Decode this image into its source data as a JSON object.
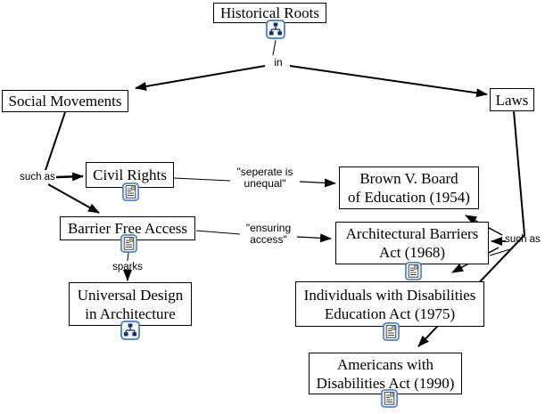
{
  "diagram_type": "concept map",
  "colors": {
    "background": "#ffffff",
    "box_border": "#000000",
    "box_bg": "#ffffff",
    "text": "#000000",
    "line": "#000000",
    "icon_border": "#4a7ebb",
    "icon_bg": "#f2f7fc",
    "icon_glyph": "#1b2f5e",
    "doc_accent_yellow": "#ddba3f",
    "doc_accent_blue": "#3a6ebf"
  },
  "nodes": {
    "historical_roots": {
      "label": "Historical Roots",
      "icon": "sitemap-icon"
    },
    "social_movements": {
      "label": "Social Movements"
    },
    "laws": {
      "label": "Laws"
    },
    "civil_rights": {
      "label": "Civil Rights",
      "icon": "document-icon"
    },
    "barrier_free_access": {
      "label": "Barrier Free Access",
      "icon": "document-icon"
    },
    "universal_design": {
      "line1": "Universal Design",
      "line2": "in Architecture",
      "icon": "sitemap-icon"
    },
    "brown_v_board": {
      "line1": "Brown V. Board",
      "line2": "of Education (1954)"
    },
    "architectural_barriers": {
      "line1": "Architectural Barriers",
      "line2": "Act (1968)",
      "icon": "document-icon"
    },
    "individuals_disabilities": {
      "line1": "Individuals with Disabilities",
      "line2": "Education Act (1975)",
      "icon": "document-icon"
    },
    "americans_disabilities": {
      "line1": "Americans with",
      "line2": "Disabilities Act (1990)",
      "icon": "document-icon"
    }
  },
  "link_labels": {
    "in": "in",
    "such_as_left": "such as",
    "such_as_right": "such as",
    "sparks": "sparks",
    "separate_line1": "\"seperate is",
    "separate_line2": "unequal\"",
    "ensuring_line1": "\"ensuring",
    "ensuring_line2": "access\""
  },
  "edges": [
    {
      "from": "Historical Roots",
      "label": "in",
      "to": "Social Movements"
    },
    {
      "from": "Historical Roots",
      "label": "in",
      "to": "Laws"
    },
    {
      "from": "Social Movements",
      "label": "such as",
      "to": "Civil Rights"
    },
    {
      "from": "Social Movements",
      "label": "such as",
      "to": "Barrier Free Access"
    },
    {
      "from": "Civil Rights",
      "label": "\"seperate is unequal\"",
      "to": "Brown V. Board of Education (1954)"
    },
    {
      "from": "Barrier Free Access",
      "label": "\"ensuring access\"",
      "to": "Architectural Barriers Act (1968)"
    },
    {
      "from": "Barrier Free Access",
      "label": "sparks",
      "to": "Universal Design in Architecture"
    },
    {
      "from": "Laws",
      "label": "such as",
      "to": "Brown V. Board of Education (1954)"
    },
    {
      "from": "Laws",
      "label": "such as",
      "to": "Architectural Barriers Act (1968)"
    },
    {
      "from": "Laws",
      "label": "such as",
      "to": "Individuals with Disabilities Education Act (1975)"
    },
    {
      "from": "Laws",
      "label": "such as",
      "to": "Americans with Disabilities Act (1990)"
    }
  ]
}
